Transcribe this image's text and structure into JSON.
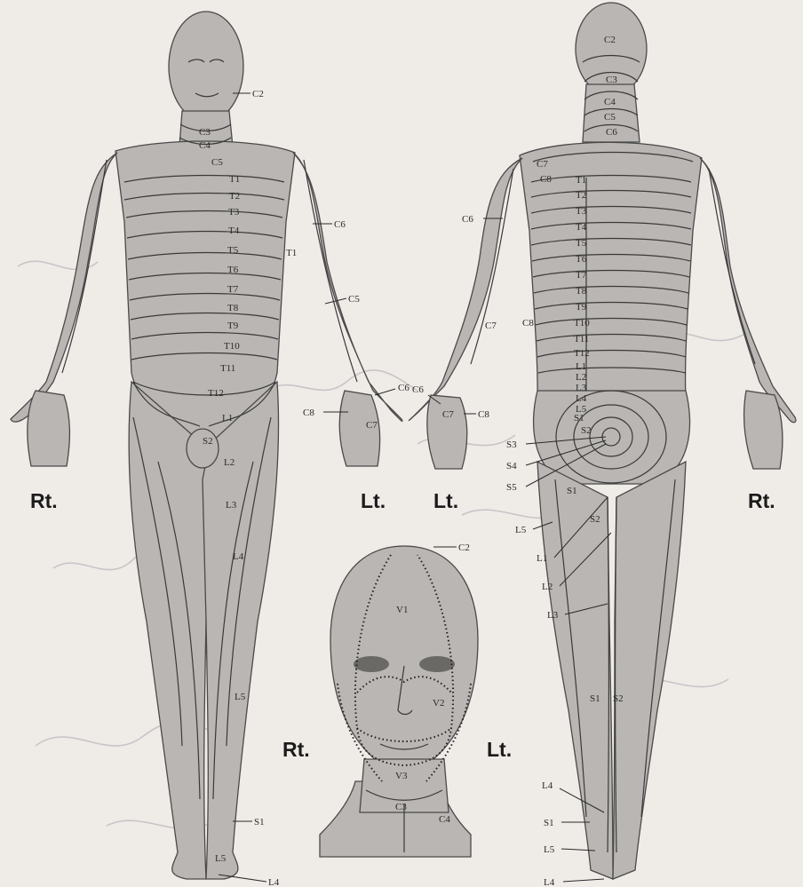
{
  "side_labels": {
    "front_right": "Rt.",
    "front_left": "Lt.",
    "back_left": "Lt.",
    "back_right": "Rt.",
    "face_right": "Rt.",
    "face_left": "Lt."
  },
  "front_labels": {
    "C2": "C2",
    "C3": "C3",
    "C4": "C4",
    "C5": "C5",
    "C6": "C6",
    "C5_arm": "C5",
    "T1_arm": "T1",
    "C6_hand": "C6",
    "C7_hand": "C7",
    "C8_hand": "C8",
    "T1": "T1",
    "T2": "T2",
    "T3": "T3",
    "T4": "T4",
    "T5": "T5",
    "T6": "T6",
    "T7": "T7",
    "T8": "T8",
    "T9": "T9",
    "T10": "T10",
    "T11": "T11",
    "T12": "T12",
    "L1": "L1",
    "L2": "L2",
    "L3": "L3",
    "L4": "L4",
    "L5": "L5",
    "L5_foot": "L5",
    "S1": "S1",
    "S2": "S2",
    "L4_foot": "L4"
  },
  "back_labels": {
    "C2": "C2",
    "C3": "C3",
    "C4": "C4",
    "C5": "C5",
    "C6": "C6",
    "C7": "C7",
    "C8": "C8",
    "C6_arm": "C6",
    "C7_arm": "C7",
    "C8_arm": "C8",
    "C6_hand": "C6",
    "C7_hand": "C7",
    "C8_hand": "C8",
    "T1": "T1",
    "T2": "T2",
    "T3": "T3",
    "T4": "T4",
    "T5": "T5",
    "T6": "T6",
    "T7": "T7",
    "T8": "T8",
    "T9": "T9",
    "T10": "T10",
    "T11": "T11",
    "T12": "T12",
    "L1": "L1",
    "L2": "L2",
    "L3": "L3",
    "L4": "L4",
    "L5": "L5",
    "S1": "S1",
    "S2": "S2",
    "S3": "S3",
    "S4": "S4",
    "S5": "S5",
    "L5_leg": "L5",
    "L1_leg": "L1",
    "L2_leg": "L2",
    "L3_leg": "L3",
    "S1_buttock": "S1",
    "S2_thigh": "S2",
    "S1_calf": "S1",
    "S2_calf": "S2",
    "L4_ankle": "L4",
    "S1_ankle": "S1",
    "L5_ankle": "L5",
    "L4_foot": "L4"
  },
  "face_labels": {
    "C2": "C2",
    "V1": "V1",
    "V2": "V2",
    "V3": "V3",
    "C3": "C3",
    "C4": "C4"
  }
}
